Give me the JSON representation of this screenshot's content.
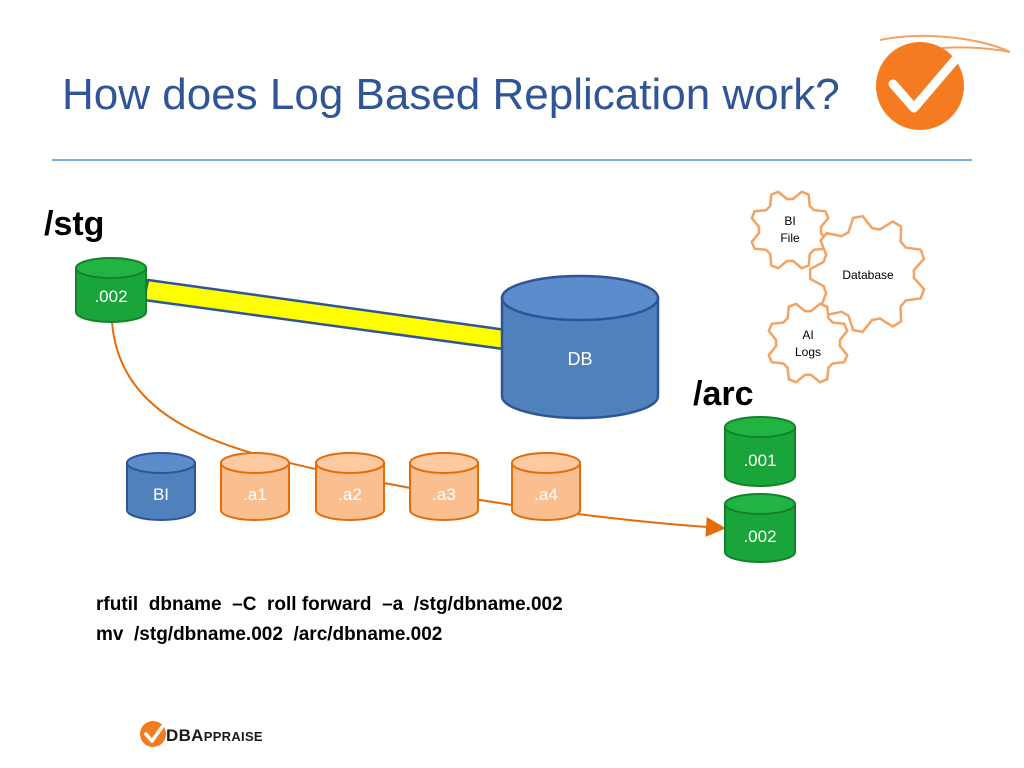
{
  "title": "How does Log Based Replication work?",
  "directories": {
    "stg": "/stg",
    "arc": "/arc"
  },
  "cylinders": {
    "stg_002": ".002",
    "db": "DB",
    "bi": "BI",
    "a1": ".a1",
    "a2": ".a2",
    "a3": ".a3",
    "a4": ".a4",
    "arc_001": ".001",
    "arc_002": ".002"
  },
  "gears": {
    "bi_file": [
      "BI",
      "File"
    ],
    "database": "Database",
    "ai_logs": [
      "AI",
      "Logs"
    ]
  },
  "commands": [
    "rfutil  dbname  –C  roll forward  –a  /stg/dbname.002",
    "mv  /stg/dbname.002  /arc/dbname.002"
  ],
  "logo": {
    "bold": "DBA",
    "small": "PPRAISE"
  },
  "colors": {
    "title": "#2f5597",
    "green": "#1aa53a",
    "green_dark": "#15812c",
    "blue": "#4f81bd",
    "blue_dark": "#2f5597",
    "orange_fill": "#fbbf8f",
    "orange_stroke": "#e46c0a",
    "arrow_yellow": "#ffff00",
    "logo_orange": "#f47b20"
  }
}
